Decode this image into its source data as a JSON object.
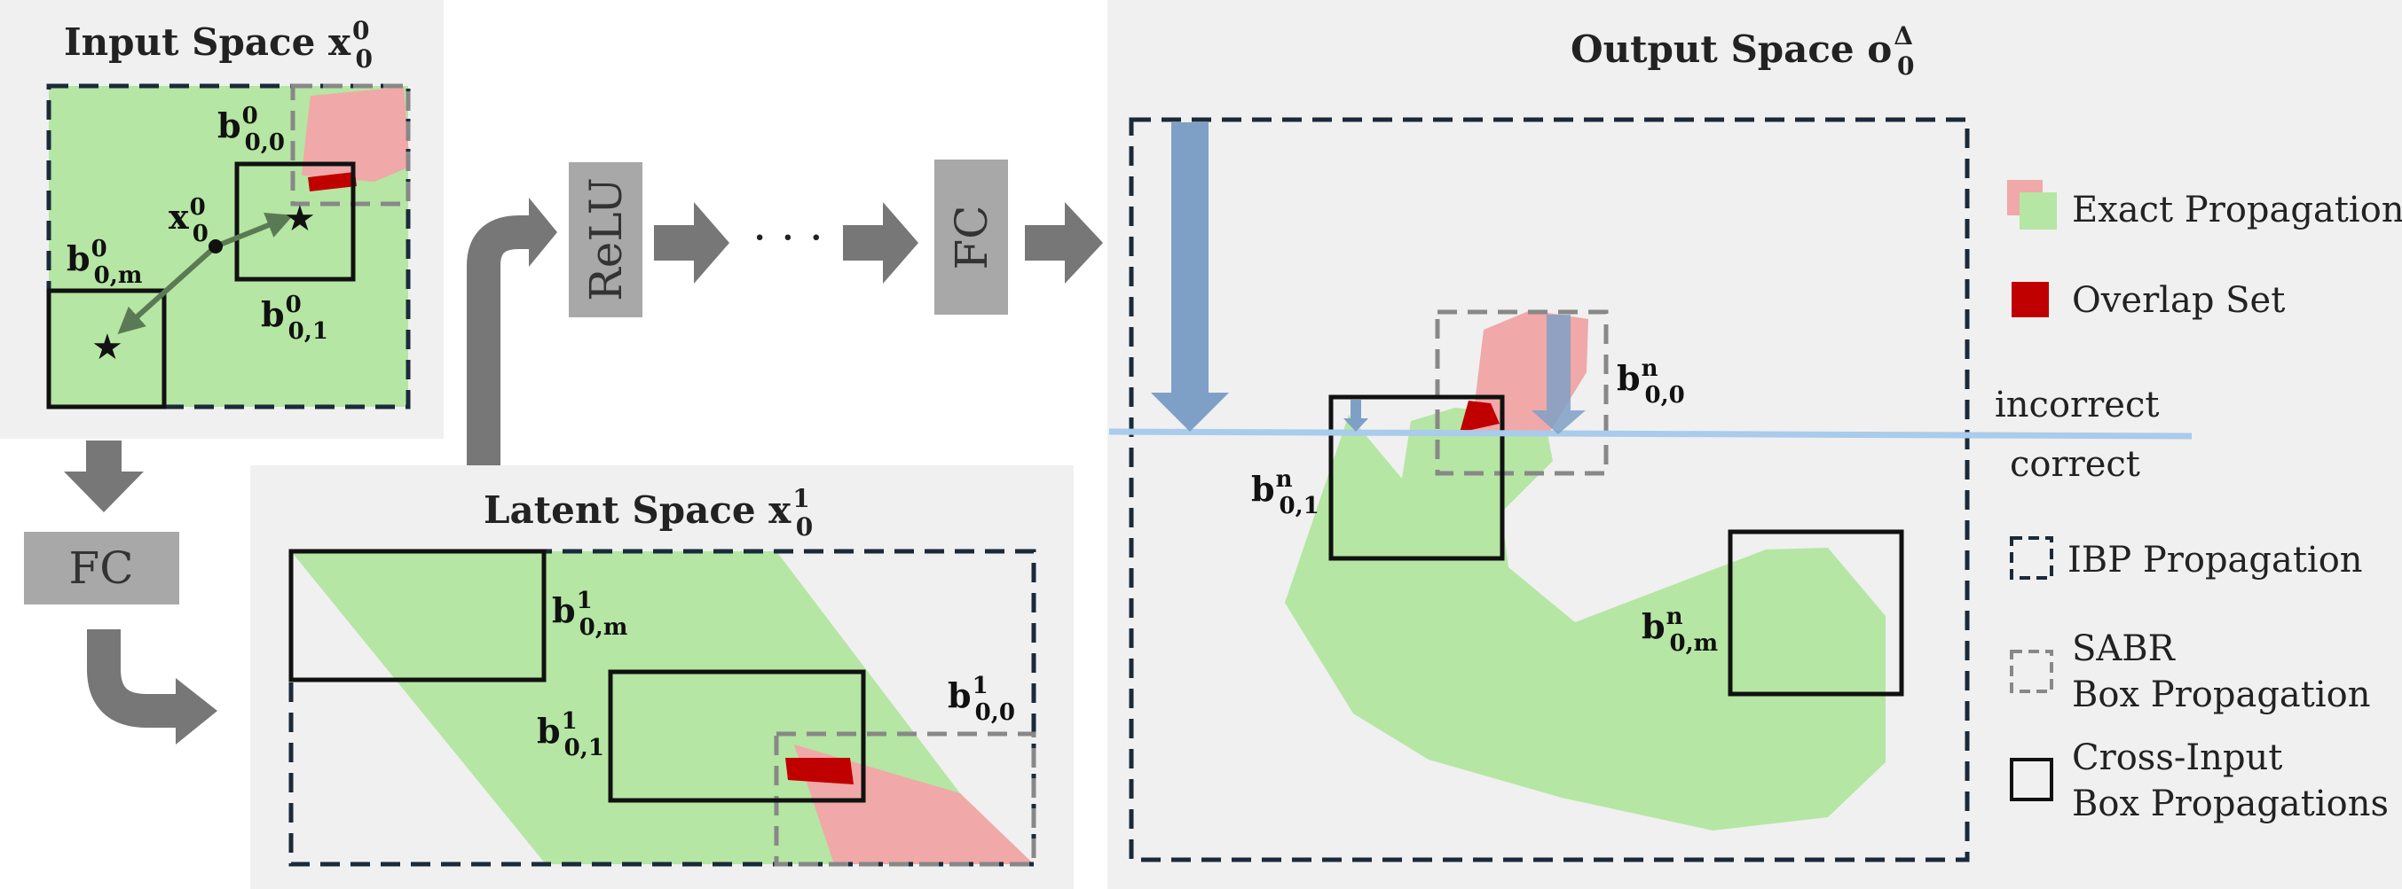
{
  "input_panel": {
    "title": "Input Space x",
    "title_sub": "0",
    "title_sup": "0",
    "point_label": "x",
    "point_sub": "0",
    "point_sup": "0",
    "box_00": {
      "base": "b",
      "sub": "0,0",
      "sup": "0"
    },
    "box_01": {
      "base": "b",
      "sub": "0,1",
      "sup": "0"
    },
    "box_0m": {
      "base": "b",
      "sub": "0,m",
      "sup": "0"
    }
  },
  "latent_panel": {
    "title": "Latent Space x",
    "title_sub": "0",
    "title_sup": "1",
    "box_00": {
      "base": "b",
      "sub": "0,0",
      "sup": "1"
    },
    "box_01": {
      "base": "b",
      "sub": "0,1",
      "sup": "1"
    },
    "box_0m": {
      "base": "b",
      "sub": "0,m",
      "sup": "1"
    }
  },
  "output_panel": {
    "title": "Output Space o",
    "title_sub": "0",
    "title_sup": "Δ",
    "box_00": {
      "base": "b",
      "sub": "0,0",
      "sup": "n"
    },
    "box_01": {
      "base": "b",
      "sub": "0,1",
      "sup": "n"
    },
    "box_0m": {
      "base": "b",
      "sub": "0,m",
      "sup": "n"
    },
    "incorrect_label": "incorrect",
    "correct_label": "correct"
  },
  "pipeline": {
    "fc_left": "FC",
    "relu": "ReLU",
    "ellipsis": "· · ·",
    "fc_right": "FC"
  },
  "legend": {
    "exact": "Exact Propagation",
    "overlap": "Overlap Set",
    "ibp": "IBP Propagation",
    "sabr_line1": "SABR",
    "sabr_line2": "Box Propagation",
    "cross_line1": "Cross-Input",
    "cross_line2": "Box Propagations"
  },
  "colors": {
    "panel_bg": "#f0f0f0",
    "green_region": "#b5e6a3",
    "red_region": "#f0a8a8",
    "overlap": "#c00000",
    "ibp_dash": "#1a2a3a",
    "sabr_dash": "#888888",
    "arrow_gray": "#777777",
    "block_gray": "#a8a8a8",
    "decision_line": "#a9cbec",
    "blue_arrow": "#7fa0c6"
  }
}
